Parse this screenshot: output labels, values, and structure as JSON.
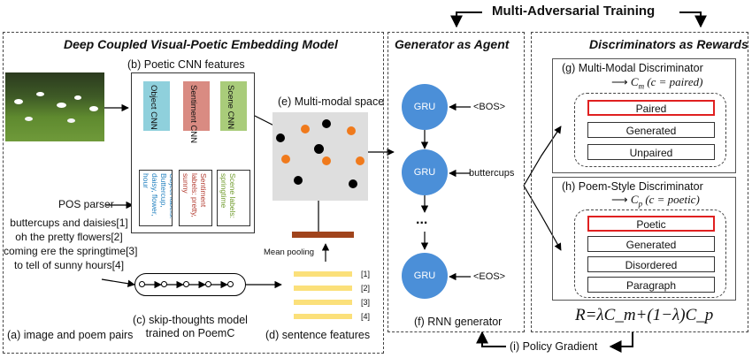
{
  "top": {
    "training_label": "Multi-Adversarial Training"
  },
  "left_panel": {
    "title": "Deep Coupled Visual-Poetic Embedding Model",
    "cnn_title": "(b) Poetic CNN features",
    "features": [
      {
        "cnn": "Object CNN",
        "labels": "Object labels: Buttercup, daisy, flower, hour",
        "color": "#8fd0dc",
        "text_color": "#1f7fbf"
      },
      {
        "cnn": "Sentiment CNN",
        "labels": "Sentiment labels: pretty, sunny",
        "color": "#d98b82",
        "text_color": "#b23a2e"
      },
      {
        "cnn": "Scene CNN",
        "labels": "Scene labels: springtime",
        "color": "#a9cc7a",
        "text_color": "#6e9a2a"
      }
    ],
    "multimodal_label": "(e) Multi-modal space",
    "pos_parser": "POS parser",
    "poem_lines": [
      "buttercups and daisies[1]",
      "oh the pretty flowers[2]",
      "coming ere the springtime[3]",
      "to tell of sunny hours[4]"
    ],
    "mean_pooling": "Mean pooling",
    "sentence_indices": [
      "[1]",
      "[2]",
      "[3]",
      "[4]"
    ],
    "caption_a": "(a) image and poem pairs",
    "caption_c": "(c) skip-thoughts model trained on PoemC",
    "caption_d": "(d) sentence features"
  },
  "generator": {
    "title": "Generator as Agent",
    "units": [
      {
        "label": "GRU",
        "token": "<BOS>"
      },
      {
        "label": "GRU",
        "token": "buttercups"
      },
      {
        "label": "GRU",
        "token": "<EOS>"
      }
    ],
    "ellipsis": "...",
    "caption": "(f) RNN generator"
  },
  "discriminators": {
    "title": "Discriminators as Rewards",
    "multimodal": {
      "title": "(g) Multi-Modal Discriminator",
      "formula": "C",
      "formula_sub": "m",
      "formula_cond": "(c = paired)",
      "options": [
        "Paired",
        "Generated",
        "Unpaired"
      ],
      "selected": "Paired"
    },
    "poem_style": {
      "title": "(h) Poem-Style Discriminator",
      "formula": "C",
      "formula_sub": "p",
      "formula_cond": "(c = poetic)",
      "options": [
        "Poetic",
        "Generated",
        "Disordered",
        "Paragraph"
      ],
      "selected": "Poetic"
    },
    "reward_formula": "R=λC_m+(1−λ)C_p"
  },
  "bottom": {
    "policy_gradient": "(i) Policy Gradient"
  },
  "colors": {
    "gru": "#4b8fd8",
    "orange_dot": "#f07a1c",
    "selected_border": "#e02020",
    "pool_bar": "#a0441c",
    "sentence_bar": "#fbe07a",
    "space_bg": "#dedede"
  }
}
